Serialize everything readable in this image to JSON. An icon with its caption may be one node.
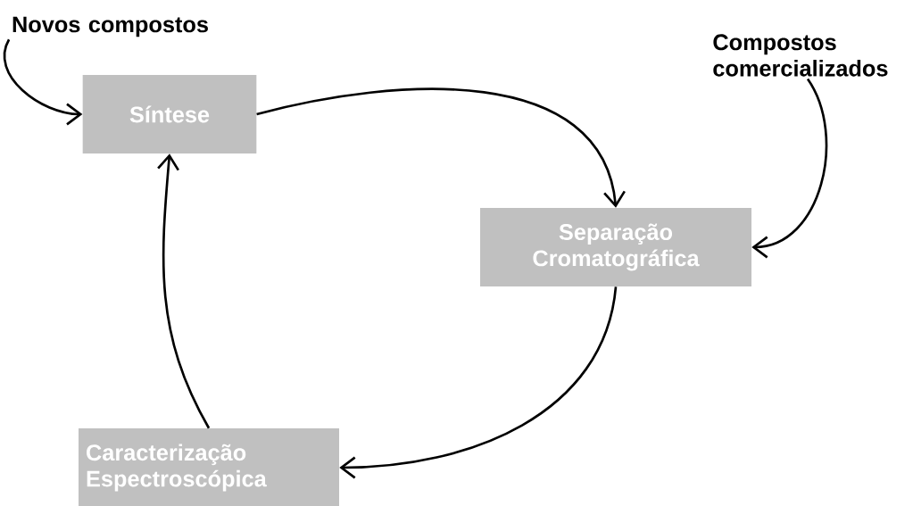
{
  "diagram": {
    "nodes": [
      {
        "text": [
          "Novos compostos"
        ]
      },
      {
        "text": [
          "Síntese"
        ]
      },
      {
        "text": [
          "Separação Cromatográfica"
        ]
      },
      {
        "text": [
          "Compostos comercializados"
        ]
      },
      {
        "text": [
          "Caracterização Espectroscópica"
        ]
      }
    ],
    "edges": [
      {
        "from": 0,
        "to": 1,
        "arrow": "to"
      },
      {
        "from": 1,
        "to": 2,
        "arrow": "to"
      },
      {
        "from": 3,
        "to": 2,
        "arrow": "to"
      },
      {
        "from": 2,
        "to": 4,
        "arrow": "to"
      },
      {
        "from": 4,
        "to": 1,
        "arrow": "to"
      }
    ]
  }
}
